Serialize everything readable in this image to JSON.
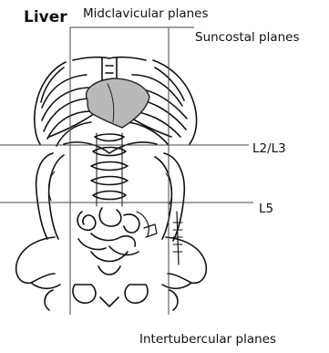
{
  "labels": {
    "liver": "Liver",
    "midclavicular": "Midclavicular planes",
    "subcostal": "Suncostal planes",
    "l2l3": "L2/L3",
    "l5": "L5",
    "intertubercular": "Intertubercular planes"
  },
  "colors": {
    "line": "#111111",
    "liver_fill": "#b9b9b9",
    "background": "#ffffff"
  }
}
